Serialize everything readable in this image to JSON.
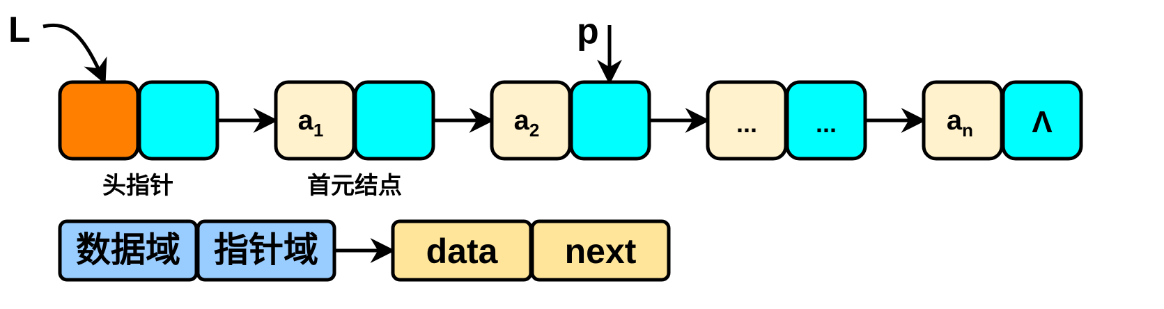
{
  "pointers": {
    "head_pointer_var": "L",
    "current_pointer_var": "p"
  },
  "nodes": [
    {
      "data": "",
      "sub": "",
      "next": ""
    },
    {
      "data": "a",
      "sub": "1",
      "next": ""
    },
    {
      "data": "a",
      "sub": "2",
      "next": ""
    },
    {
      "data": "...",
      "sub": "",
      "next": "..."
    },
    {
      "data": "a",
      "sub": "n",
      "next": "Λ"
    }
  ],
  "labels": {
    "head_node": "头指针",
    "first_node": "首元结点"
  },
  "legend": {
    "data_field": "数据域",
    "pointer_field": "指针域",
    "data_name": "data",
    "next_name": "next"
  },
  "colors": {
    "head_data": "#ff8000",
    "node_data": "#fff2cc",
    "pointer": "#00ffff",
    "legend_left": "#99ccff",
    "legend_right": "#ffe599",
    "stroke": "#000000"
  }
}
